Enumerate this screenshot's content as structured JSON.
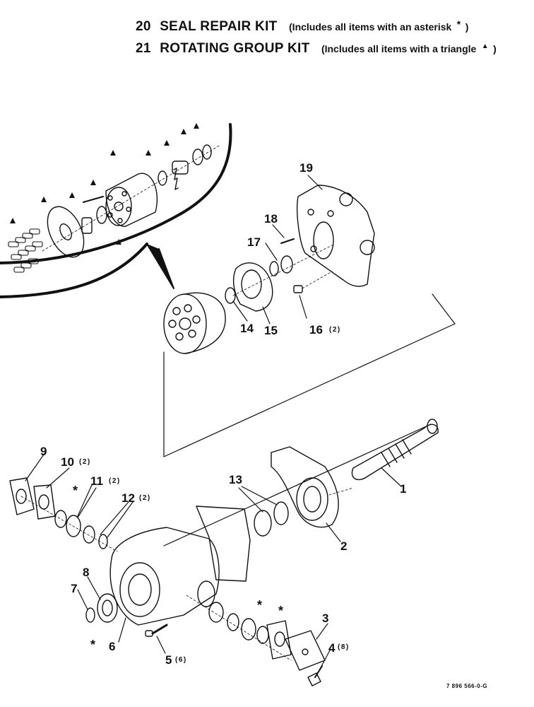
{
  "kits": [
    {
      "number": "20",
      "title": "SEAL REPAIR KIT",
      "note": "(Includes all items with an asterisk",
      "symbol": "*",
      "close": ")"
    },
    {
      "number": "21",
      "title": "ROTATING GROUP KIT",
      "note": "(Includes all items with a triangle",
      "symbol": "▲",
      "close": ")"
    }
  ],
  "callouts": [
    {
      "number": "1",
      "qty": ""
    },
    {
      "number": "2",
      "qty": ""
    },
    {
      "number": "3",
      "qty": ""
    },
    {
      "number": "4",
      "qty": "(8)"
    },
    {
      "number": "5",
      "qty": "(6)"
    },
    {
      "number": "6",
      "qty": ""
    },
    {
      "number": "7",
      "qty": ""
    },
    {
      "number": "8",
      "qty": ""
    },
    {
      "number": "9",
      "qty": ""
    },
    {
      "number": "10",
      "qty": "(2)"
    },
    {
      "number": "11",
      "qty": "(2)"
    },
    {
      "number": "12",
      "qty": "(2)"
    },
    {
      "number": "13",
      "qty": ""
    },
    {
      "number": "14",
      "qty": ""
    },
    {
      "number": "15",
      "qty": ""
    },
    {
      "number": "16",
      "qty": "(2)"
    },
    {
      "number": "17",
      "qty": ""
    },
    {
      "number": "18",
      "qty": ""
    },
    {
      "number": "19",
      "qty": ""
    }
  ],
  "markers": {
    "asterisk": "*",
    "triangle": "▲"
  },
  "figure_ref": "7 896 566-0-G"
}
